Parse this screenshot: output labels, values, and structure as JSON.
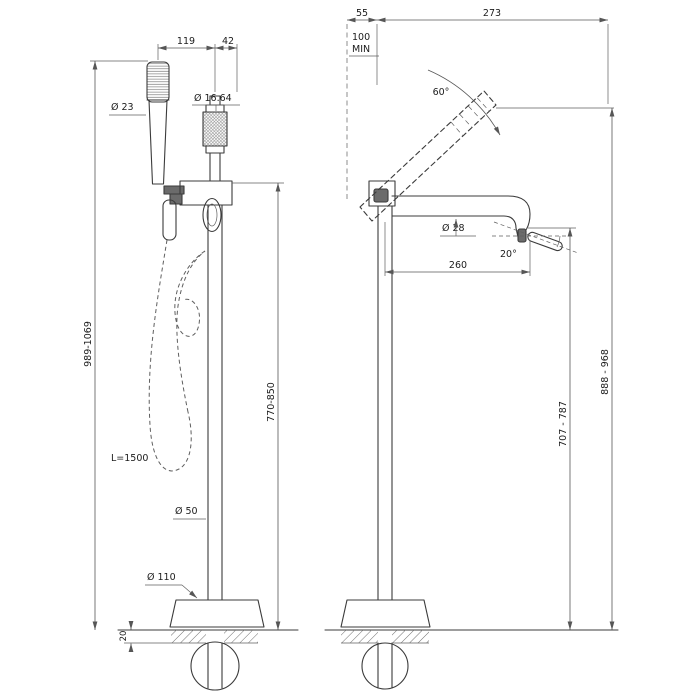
{
  "colors": {
    "line": "#3b3b3b",
    "dim_line": "#565656",
    "text": "#1c1c1c",
    "background": "#ffffff"
  },
  "front_view": {
    "dims": {
      "handshower_offset": "119",
      "body_offset": "42",
      "handshower_diameter": "Ø 23",
      "hose_connection_diameter": "Ø 16.64",
      "overall_height": "989-1069",
      "column_height": "770-850",
      "hose_length": "L=1500",
      "column_diameter": "Ø 50",
      "base_plate_diameter": "Ø 110",
      "floor_flange_height": "20"
    }
  },
  "side_view": {
    "dims": {
      "handshower_back_offset": "55",
      "handshower_reach": "273",
      "min_clearance": "100",
      "min_clearance_unit": "MIN",
      "handshower_swivel_angle": "60°",
      "spout_diameter": "Ø 28",
      "handle_angle": "20°",
      "spout_reach": "260",
      "overall_height": "888 - 968",
      "spout_height": "707 - 787"
    }
  }
}
